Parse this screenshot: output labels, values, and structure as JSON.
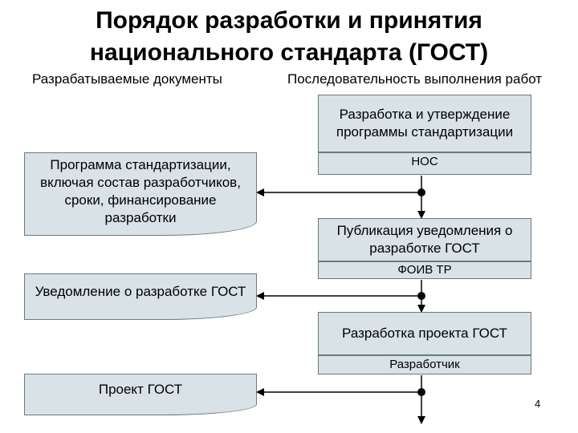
{
  "title": {
    "line1": "Порядок разработки и принятия",
    "line2": "национального стандарта (ГОСТ)"
  },
  "columns": {
    "documents": "Разрабатываемые документы",
    "sequence": "Последовательность выполнения работ"
  },
  "stages": [
    {
      "label": "Разработка и утверждение программы стандартизации",
      "executor": "НОС"
    },
    {
      "label": "Публикация уведомления о разработке ГОСТ",
      "executor": "ФОИВ ТР"
    },
    {
      "label": "Разработка проекта ГОСТ",
      "executor": "Разработчик"
    }
  ],
  "documents": [
    {
      "label": "Программа стандартизации, включая состав разработчиков, сроки, финансирование разработки"
    },
    {
      "label": "Уведомление о разработке ГОСТ"
    },
    {
      "label": "Проект ГОСТ"
    }
  ],
  "page_number": "4",
  "colors": {
    "box_fill": "#d8e2e7",
    "box_border": "#6b7a80",
    "connector": "#000000"
  }
}
